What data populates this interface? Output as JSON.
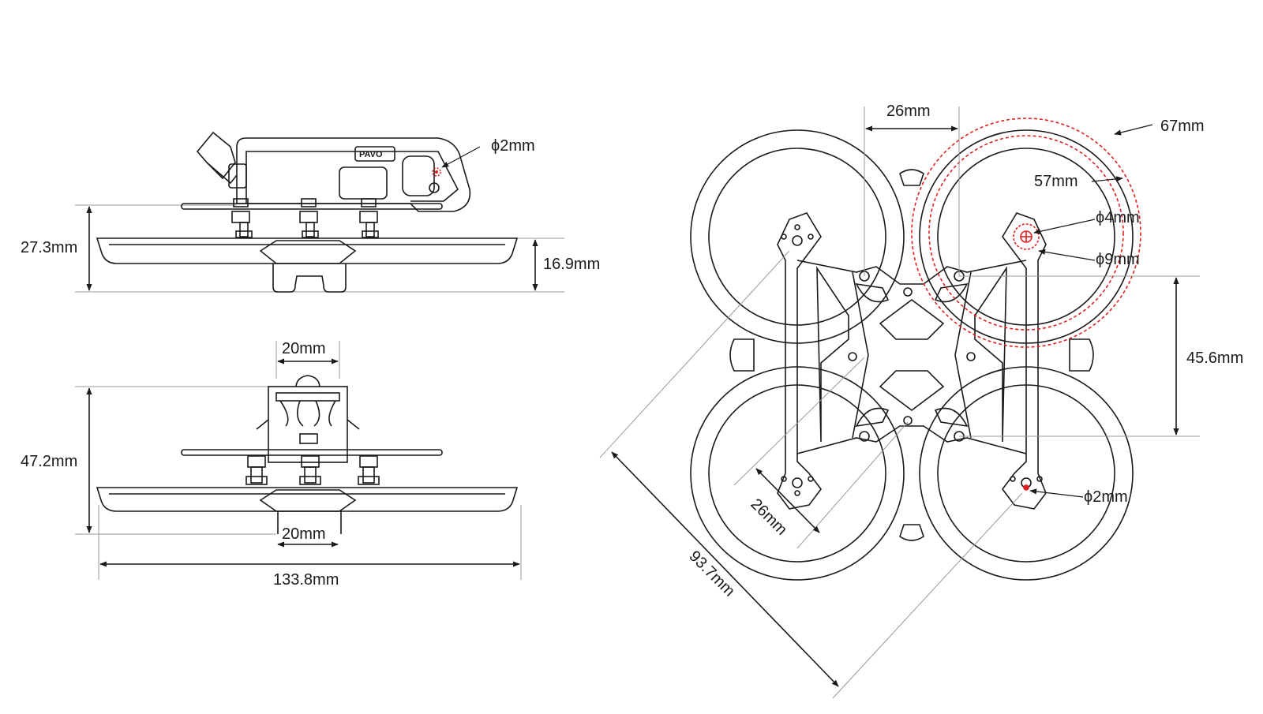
{
  "brand_label": "PAVO",
  "side_view": {
    "hole_callout": "ϕ2mm",
    "total_height": "27.3mm",
    "duct_height": "16.9mm"
  },
  "front_view": {
    "top_width": "20mm",
    "bottom_width": "20mm",
    "height": "47.2mm",
    "overall_width": "133.8mm"
  },
  "top_view": {
    "motor_spacing": "26mm",
    "outer_duct": "67mm",
    "inner_duct": "57mm",
    "motor_shaft_hole": "ϕ4mm",
    "motor_mount_circle": "ϕ9mm",
    "side_spacing": "45.6mm",
    "stack_spacing": "26mm",
    "mount_hole": "ϕ2mm",
    "diagonal": "93.7mm"
  },
  "colors": {
    "line": "#1a1a1a",
    "dim_line": "#9a9a9a",
    "highlight": "#e02020"
  }
}
